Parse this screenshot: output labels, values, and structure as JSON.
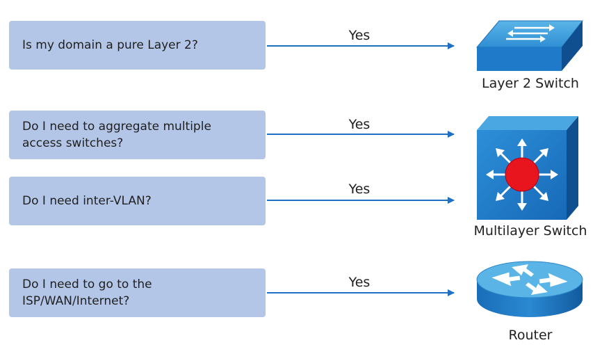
{
  "questions": [
    {
      "lines": [
        "Is my domain a pure Layer 2?"
      ]
    },
    {
      "lines": [
        "Do I need to aggregate multiple",
        "access switches?"
      ]
    },
    {
      "lines": [
        "Do I need inter-VLAN?"
      ]
    },
    {
      "lines": [
        "Do I need to go to the",
        "ISP/WAN/Internet?"
      ]
    }
  ],
  "arrow_label": "Yes",
  "devices": {
    "layer2": {
      "label": "Layer 2 Switch",
      "icon": "layer2-switch-icon"
    },
    "multilayer": {
      "label": "Multilayer Switch",
      "icon": "multilayer-switch-icon"
    },
    "router": {
      "label": "Router",
      "icon": "router-icon"
    }
  },
  "colors": {
    "question_box": "#b4c6e7",
    "arrow": "#1f6fc4",
    "device_blue": "#1e78c8",
    "device_light": "#5ab4e6",
    "device_dark": "#0f4f8f",
    "center_red": "#e8141e"
  }
}
